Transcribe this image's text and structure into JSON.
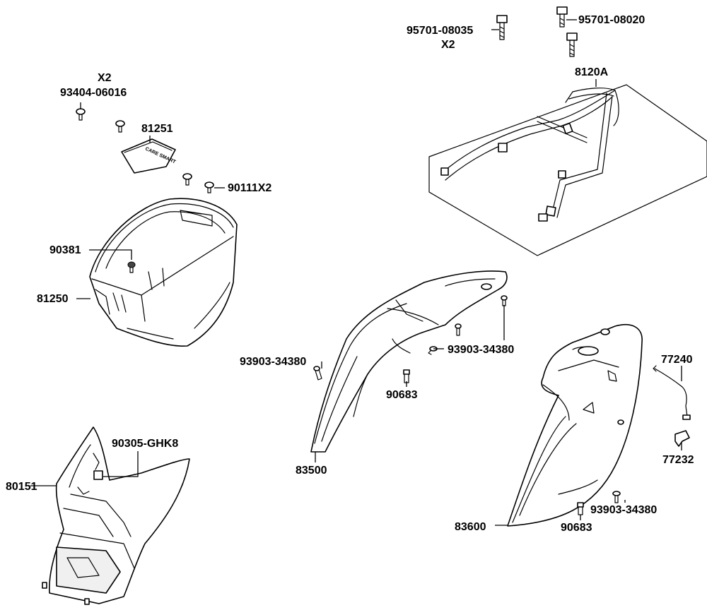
{
  "labels": {
    "l_95701_08035": "95701-08035",
    "l_x2_top": "X2",
    "l_95701_08020": "95701-08020",
    "l_8120a": "8120A",
    "l_x2_left": "X2",
    "l_93404_06016": "93404-06016",
    "l_81251": "81251",
    "l_90111x2": "90111X2",
    "l_90381": "90381",
    "l_81250": "81250",
    "l_93903_a": "93903-34380",
    "l_93903_b": "93903-34380",
    "l_90683_a": "90683",
    "l_83500": "83500",
    "l_77240": "77240",
    "l_77232": "77232",
    "l_90305_ghk8": "90305-GHK8",
    "l_80151": "80151",
    "l_93903_c": "93903-34380",
    "l_90683_b": "90683",
    "l_83600": "83600"
  },
  "stamp_text": "CARE SMART"
}
